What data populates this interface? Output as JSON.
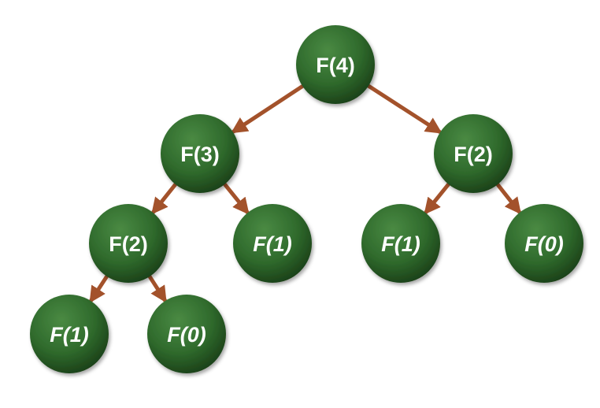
{
  "colors": {
    "node_fill": "#2f6a2c",
    "node_highlight": "#4a8a43",
    "node_shadow": "#1c4219",
    "edge": "#a3522b",
    "label": "#ffffff"
  },
  "nodes": [
    {
      "id": "n-f4",
      "label": "F(4)",
      "leaf": false
    },
    {
      "id": "n-f3",
      "label": "F(3)",
      "leaf": false
    },
    {
      "id": "n-f2-right",
      "label": "F(2)",
      "leaf": false
    },
    {
      "id": "n-f2-left",
      "label": "F(2)",
      "leaf": false
    },
    {
      "id": "n-f1-mid",
      "label": "F(1)",
      "leaf": true
    },
    {
      "id": "n-f1-right",
      "label": "F(1)",
      "leaf": true
    },
    {
      "id": "n-f0-right",
      "label": "F(0)",
      "leaf": true
    },
    {
      "id": "n-f1-bottom",
      "label": "F(1)",
      "leaf": true
    },
    {
      "id": "n-f0-bottom",
      "label": "F(0)",
      "leaf": true
    }
  ],
  "edges": [
    {
      "from": "n-f4",
      "to": "n-f3"
    },
    {
      "from": "n-f4",
      "to": "n-f2-right"
    },
    {
      "from": "n-f3",
      "to": "n-f2-left"
    },
    {
      "from": "n-f3",
      "to": "n-f1-mid"
    },
    {
      "from": "n-f2-right",
      "to": "n-f1-right"
    },
    {
      "from": "n-f2-right",
      "to": "n-f0-right"
    },
    {
      "from": "n-f2-left",
      "to": "n-f1-bottom"
    },
    {
      "from": "n-f2-left",
      "to": "n-f0-bottom"
    }
  ]
}
